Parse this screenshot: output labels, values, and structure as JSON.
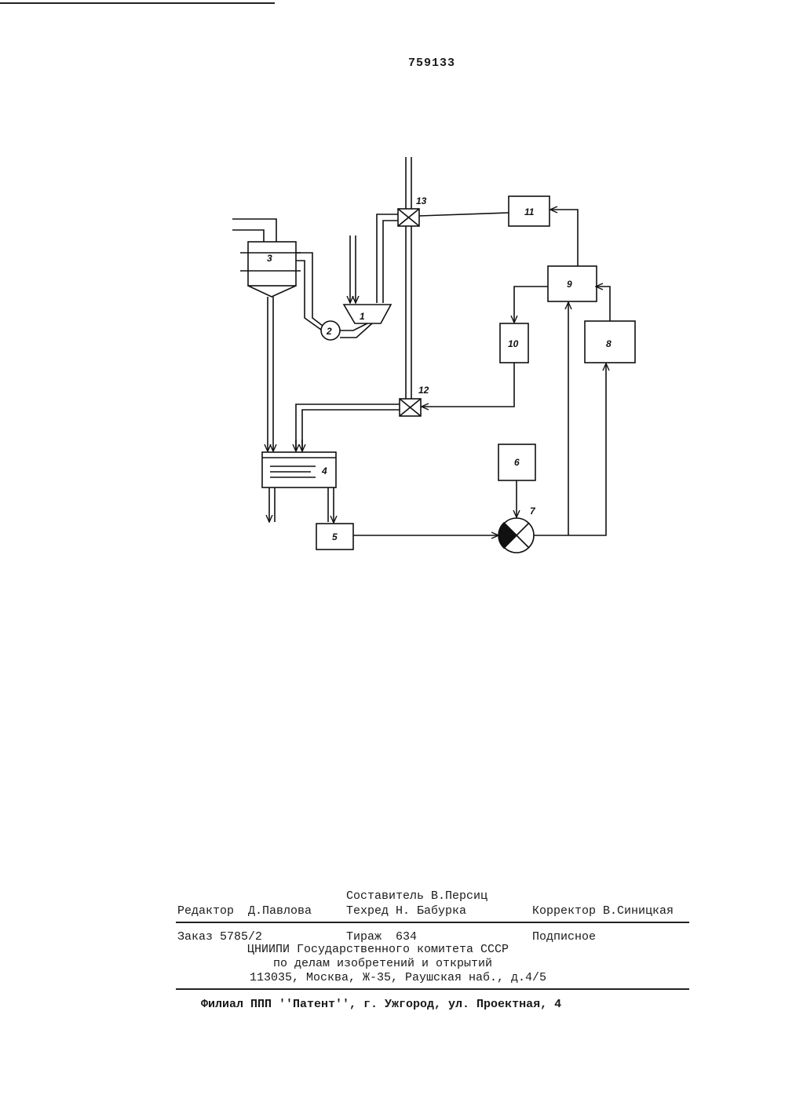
{
  "page_number": "759133",
  "diagram": {
    "labels": {
      "l1": "1",
      "l2": "2",
      "l3": "3",
      "l4": "4",
      "l5": "5",
      "l6": "6",
      "l7": "7",
      "l8": "8",
      "l9": "9",
      "l10": "10",
      "l11": "11",
      "l12": "12",
      "l13": "13"
    }
  },
  "imprint": {
    "composer": "Составитель В.Персиц",
    "editor": "Редактор  Д.Павлова",
    "techred": "Техред Н. Бабурка",
    "corrector": "Корректор В.Синицкая",
    "order": "Заказ 5785/2",
    "circulation": "Тираж  634",
    "subscription": "Подписное",
    "org_line1": "ЦНИИПИ Государственного комитета СССР",
    "org_line2": "по делам изобретений и открытий",
    "org_line3": "113035, Москва, Ж-35, Раушская наб., д.4/5",
    "branch": "Филиал ППП ''Патент'', г. Ужгород, ул. Проектная, 4"
  }
}
